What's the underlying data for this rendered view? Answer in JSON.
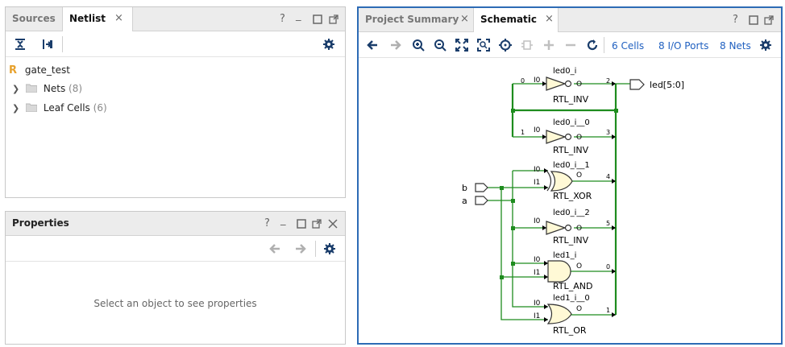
{
  "left_top": {
    "tabs": [
      {
        "label": "Sources"
      },
      {
        "label": "Netlist"
      }
    ],
    "close_glyph": "×",
    "window_controls": {
      "help": "?",
      "minimize": "_"
    },
    "tree": {
      "root": {
        "icon": "R",
        "label": "gate_test"
      },
      "items": [
        {
          "label": "Nets",
          "count": "(8)"
        },
        {
          "label": "Leaf Cells",
          "count": "(6)"
        }
      ]
    }
  },
  "properties": {
    "title": "Properties",
    "window_controls": {
      "help": "?",
      "minimize": "_"
    },
    "empty_message": "Select an object to see properties"
  },
  "right": {
    "tabs": [
      {
        "label": "Project Summary"
      },
      {
        "label": "Schematic"
      }
    ],
    "close_glyph": "×",
    "window_controls": {
      "help": "?"
    },
    "toolbar_links": {
      "cells": "6 Cells",
      "io_ports": "8 I/O Ports",
      "nets": "8 Nets"
    }
  },
  "schematic": {
    "cells": [
      {
        "name": "led0_i",
        "type": "RTL_INV",
        "in_pins": [
          "I0"
        ],
        "out_pin": "O",
        "out_index": "2",
        "in_index": "0"
      },
      {
        "name": "led0_i__0",
        "type": "RTL_INV",
        "in_pins": [
          "I0"
        ],
        "out_pin": "O",
        "out_index": "3",
        "in_index": "1"
      },
      {
        "name": "led0_i__1",
        "type": "RTL_XOR",
        "in_pins": [
          "I0",
          "I1"
        ],
        "out_pin": "O",
        "out_index": "4"
      },
      {
        "name": "led0_i__2",
        "type": "RTL_INV",
        "in_pins": [
          "I0"
        ],
        "out_pin": "O",
        "out_index": "5"
      },
      {
        "name": "led1_i",
        "type": "RTL_AND",
        "in_pins": [
          "I0",
          "I1"
        ],
        "out_pin": "O",
        "out_index": "0"
      },
      {
        "name": "led1_i__0",
        "type": "RTL_OR",
        "in_pins": [
          "I0",
          "I1"
        ],
        "out_pin": "O",
        "out_index": "1"
      }
    ],
    "ports": {
      "inputs": [
        "b",
        "a"
      ],
      "output": "led[5:0]"
    }
  },
  "colors": {
    "accent": "#2d6bb5",
    "wire": "#1e8c1e",
    "gate_fill": "#fff9d6",
    "link": "#2060c0"
  }
}
